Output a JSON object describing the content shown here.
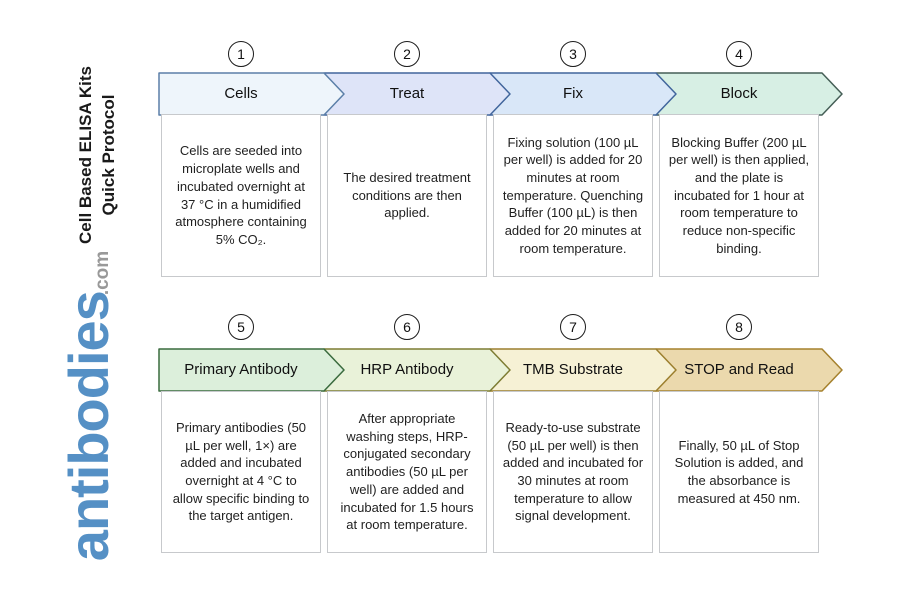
{
  "brand": {
    "name": "antibodies",
    "tld": ".com",
    "name_color": "#5590c5",
    "tld_color": "#999999"
  },
  "title": {
    "line1": "Cell Based ELISA Kits",
    "line2": "Quick Protocol"
  },
  "steps": [
    {
      "number": "1",
      "label": "Cells",
      "description": "Cells are seeded into microplate wells and incubated overnight at 37 °C in a humidified atmosphere containing 5% CO₂.",
      "fill": "#eef5fb",
      "border": "#5b7fa8"
    },
    {
      "number": "2",
      "label": "Treat",
      "description": "The desired treatment conditions are then applied.",
      "fill": "#dee4f8",
      "border": "#41659c"
    },
    {
      "number": "3",
      "label": "Fix",
      "description": "Fixing solution (100 µL per well) is added for 20 minutes at room temperature. Quenching Buffer (100 µL) is then added for 20 minutes at room temperature.",
      "fill": "#d9e7f8",
      "border": "#41659c"
    },
    {
      "number": "4",
      "label": "Block",
      "description": "Blocking Buffer (200 µL per well) is then applied, and the plate is incubated for 1 hour at room temperature to reduce non-specific binding.",
      "fill": "#d7efe4",
      "border": "#455e56"
    },
    {
      "number": "5",
      "label": "Primary Antibody",
      "description": "Primary antibodies (50 µL per well, 1×) are added and incubated overnight at 4 °C to allow specific binding to the target antigen.",
      "fill": "#dcefdb",
      "border": "#3a6b3e"
    },
    {
      "number": "6",
      "label": "HRP Antibody",
      "description": "After appropriate washing steps, HRP-conjugated secondary antibodies (50 µL per well) are added and incubated for 1.5 hours at room temperature.",
      "fill": "#e9f2d9",
      "border": "#7d7c33"
    },
    {
      "number": "7",
      "label": "TMB Substrate",
      "description": "Ready-to-use substrate (50 µL per well) is then added and incubated for 30 minutes at room temperature to allow signal development.",
      "fill": "#f6f1d5",
      "border": "#9c7f2e"
    },
    {
      "number": "8",
      "label": "STOP and Read",
      "description": "Finally, 50 µL of Stop Solution is added, and the absorbance is measured at 450 nm.",
      "fill": "#ebd9ad",
      "border": "#a5812d"
    }
  ]
}
